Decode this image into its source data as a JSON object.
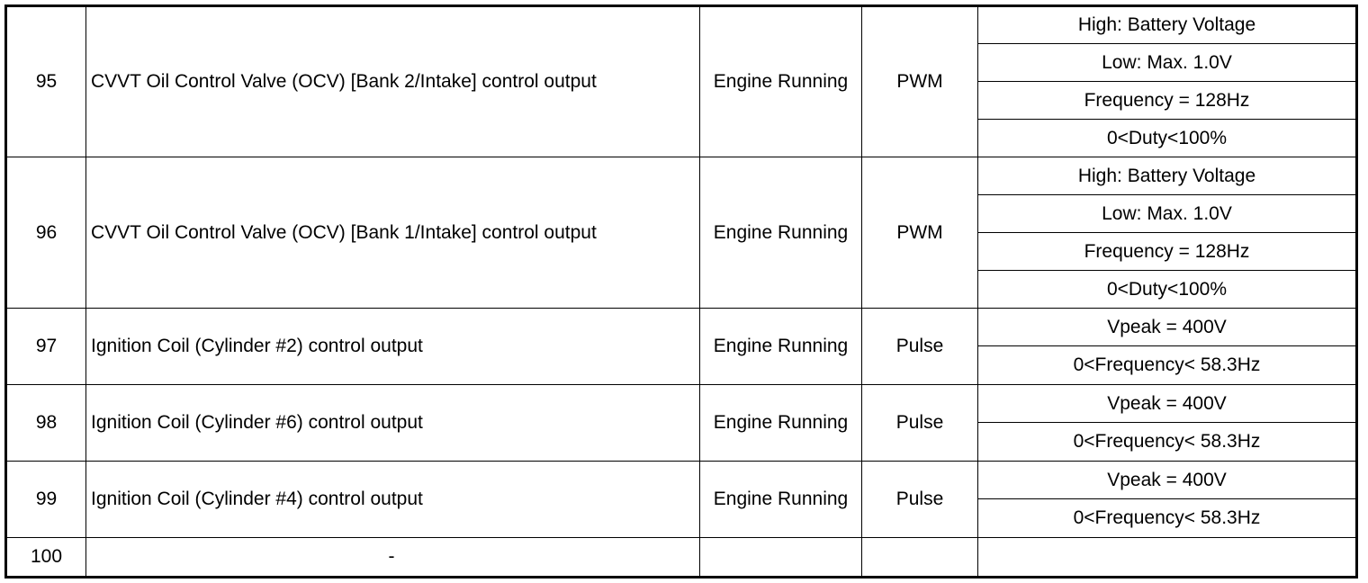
{
  "rows": [
    {
      "pin": "95",
      "description": "CVVT Oil Control Valve (OCV) [Bank 2/Intake] control output",
      "condition": "Engine Running",
      "type": "PWM",
      "levels": [
        "High: Battery Voltage",
        "Low: Max. 1.0V",
        "Frequency = 128Hz",
        "0<Duty<100%"
      ]
    },
    {
      "pin": "96",
      "description": "CVVT Oil Control Valve (OCV) [Bank 1/Intake] control output",
      "condition": "Engine Running",
      "type": "PWM",
      "levels": [
        "High: Battery Voltage",
        "Low: Max. 1.0V",
        "Frequency = 128Hz",
        "0<Duty<100%"
      ]
    },
    {
      "pin": "97",
      "description": "Ignition Coil (Cylinder #2) control output",
      "condition": "Engine Running",
      "type": "Pulse",
      "levels": [
        "Vpeak = 400V",
        "0<Frequency< 58.3Hz"
      ]
    },
    {
      "pin": "98",
      "description": "Ignition Coil (Cylinder #6) control output",
      "condition": "Engine Running",
      "type": "Pulse",
      "levels": [
        "Vpeak = 400V",
        "0<Frequency< 58.3Hz"
      ]
    },
    {
      "pin": "99",
      "description": "Ignition Coil (Cylinder #4) control output",
      "condition": "Engine Running",
      "type": "Pulse",
      "levels": [
        "Vpeak = 400V",
        "0<Frequency< 58.3Hz"
      ]
    },
    {
      "pin": "100",
      "description": "-",
      "condition": "",
      "type": "",
      "levels": [
        ""
      ]
    }
  ]
}
